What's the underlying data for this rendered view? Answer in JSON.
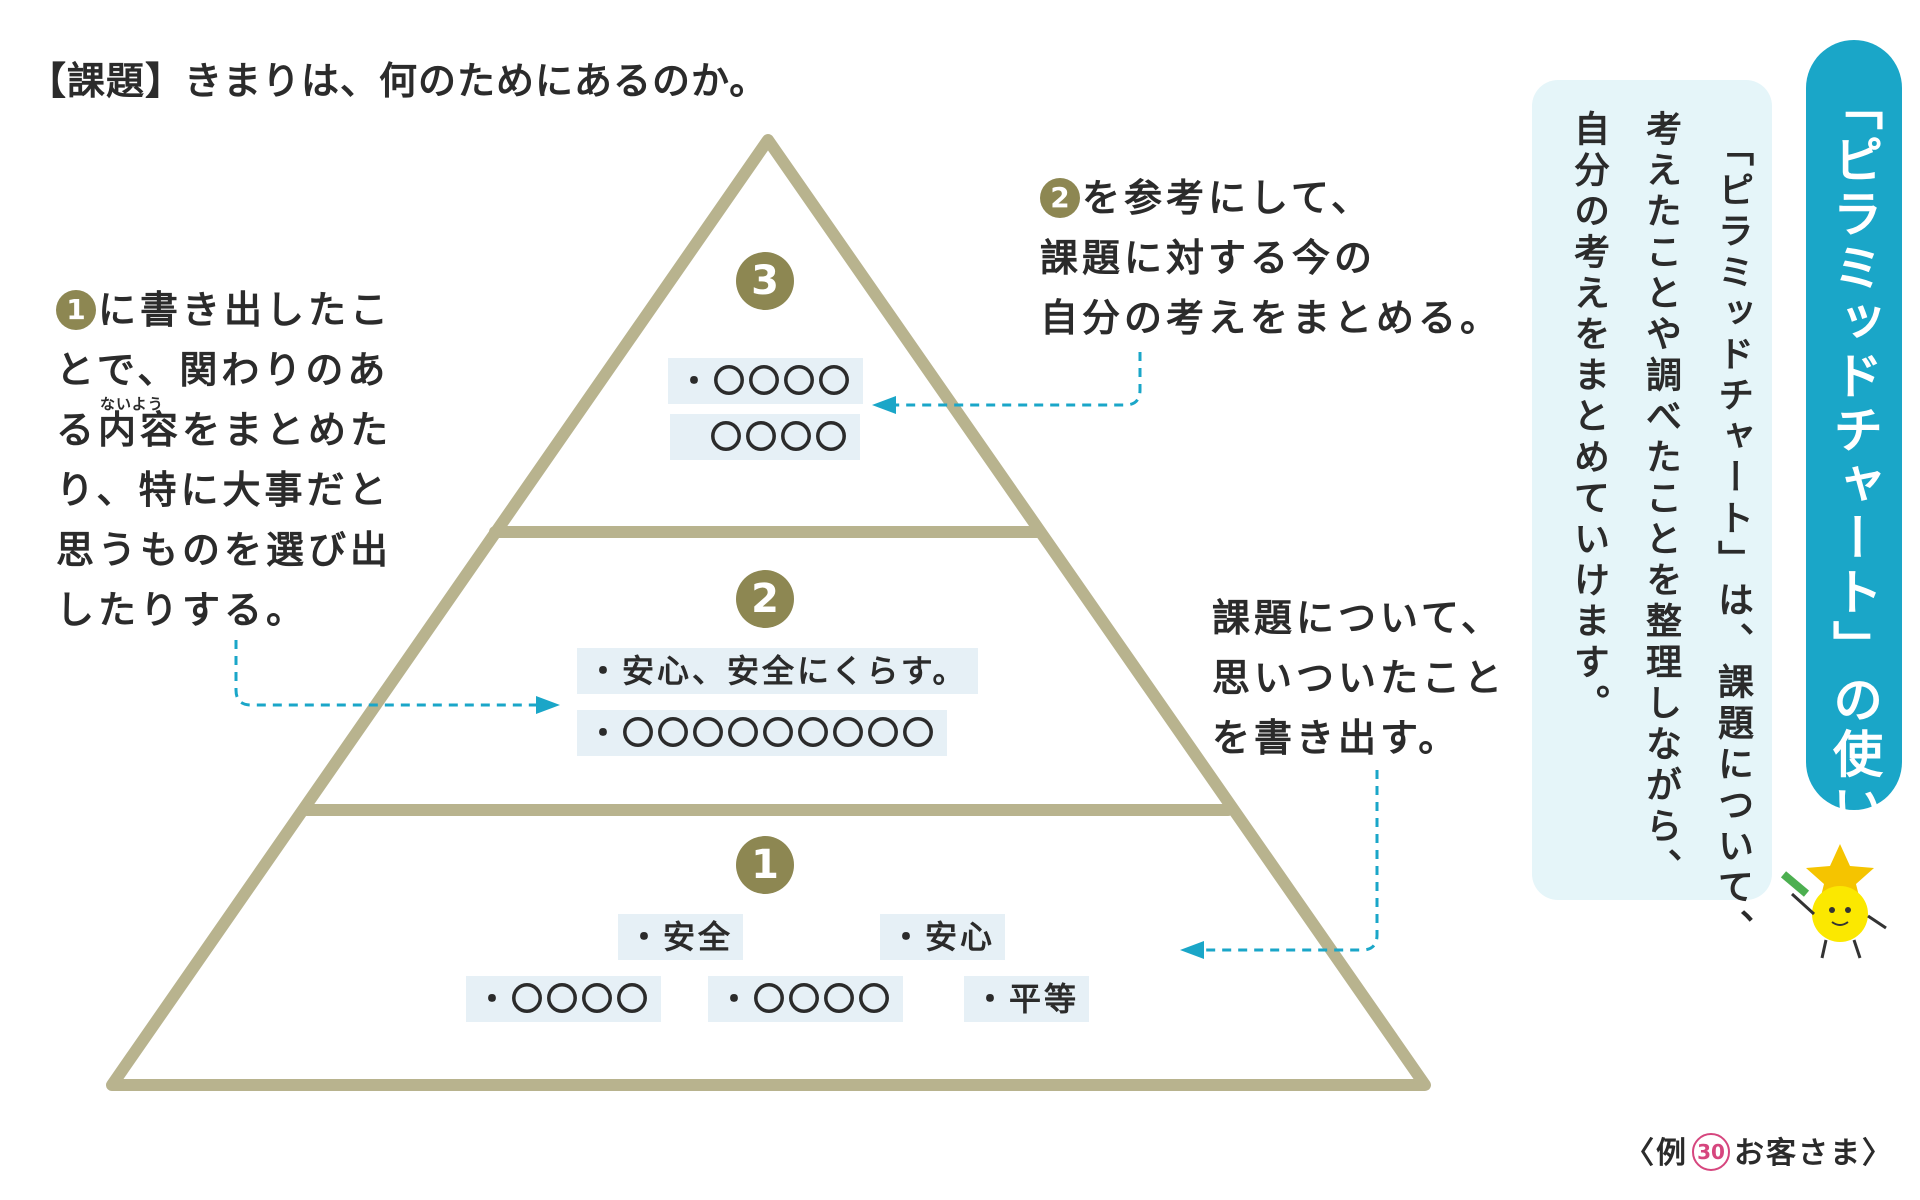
{
  "task": "【課題】きまりは、何のためにあるのか。",
  "levels": [
    {
      "num": "3",
      "items": [
        "・〇〇〇〇",
        "〇〇〇〇"
      ]
    },
    {
      "num": "2",
      "items": [
        "・安心、安全にくらす。",
        "・〇〇〇〇〇〇〇〇〇"
      ]
    },
    {
      "num": "1",
      "items": [
        "・安全",
        "・安心",
        "・〇〇〇〇",
        "・〇〇〇〇",
        "・平等"
      ]
    }
  ],
  "notes": {
    "top_right": {
      "num": "2",
      "lines": [
        "を参考にして、",
        "課題に対する今の",
        "自分の考えをまとめる。"
      ]
    },
    "left": {
      "num": "1",
      "line1": "に書き出したこ",
      "line2": "とで、関わりのあ",
      "line3_pre": "る",
      "ruby_base": "内容",
      "ruby_text": "ないよう",
      "line3_post": "をまとめた",
      "line4": "り、特に大事だと",
      "line5": "思うものを選び出",
      "line6": "したりする。"
    },
    "bottom_right": {
      "lines": [
        "課題について、",
        "思いついたこと",
        "を書き出す。"
      ]
    }
  },
  "side_panel": {
    "col1": "「ピラミッドチャート」は、課題について、",
    "col2": "考えたことや調べたことを整理しながら、",
    "col3": "自分の考えをまとめていけます。"
  },
  "badge": "「ピラミッドチャート」の使い方",
  "example": {
    "pre": "〈例",
    "num": "30",
    "post": "お客さま〉"
  },
  "colors": {
    "pyramid": "#b8b38e",
    "accent": "#1aa6c8",
    "number_fill": "#8d8752",
    "chip": "#e6f0f6"
  }
}
